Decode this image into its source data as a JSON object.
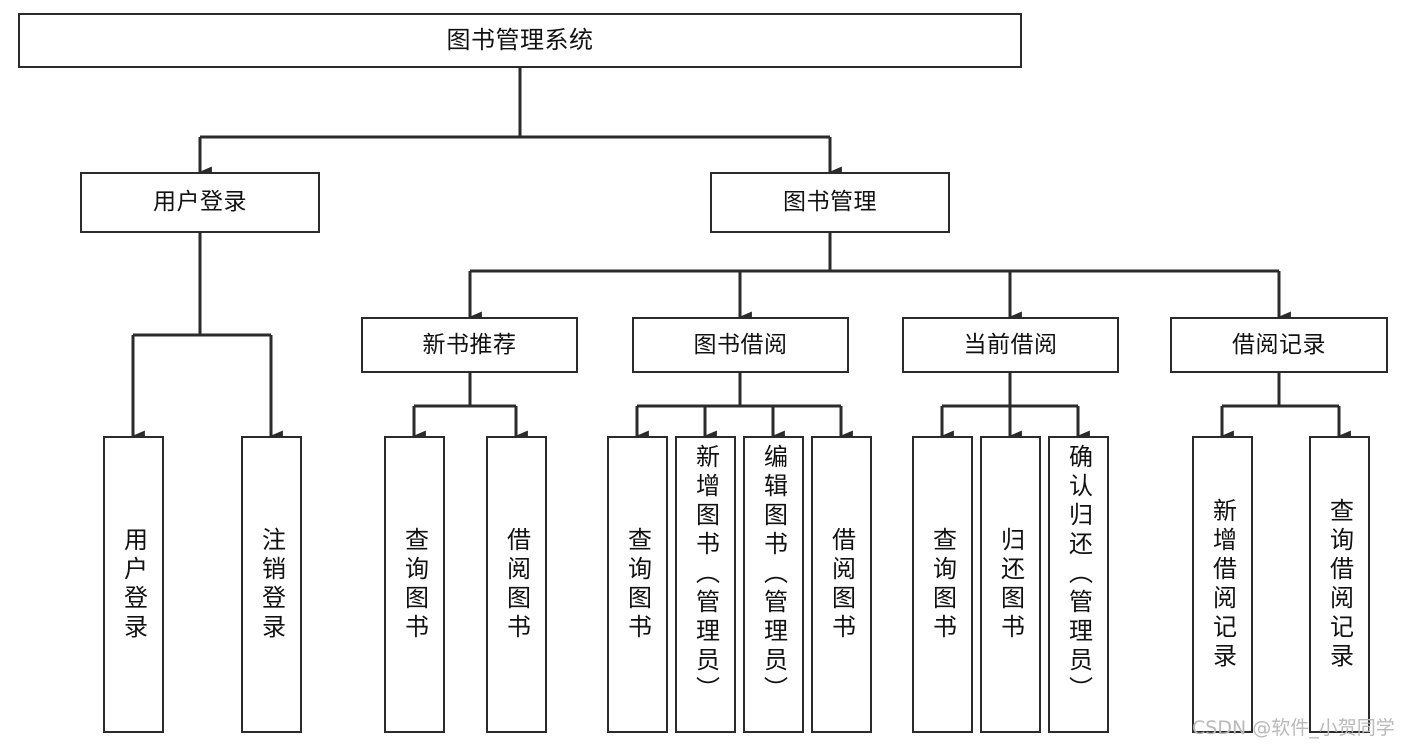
{
  "diagram": {
    "type": "tree",
    "title": "图书管理系统",
    "root": {
      "id": "root",
      "label": "图书管理系统"
    },
    "level2": [
      {
        "id": "user-login",
        "label": "用户登录"
      },
      {
        "id": "book-manage",
        "label": "图书管理"
      }
    ],
    "level3": [
      {
        "id": "new-book-rec",
        "label": "新书推荐"
      },
      {
        "id": "book-borrow",
        "label": "图书借阅"
      },
      {
        "id": "current-borrow",
        "label": "当前借阅"
      },
      {
        "id": "borrow-record",
        "label": "借阅记录"
      }
    ],
    "leaves": {
      "user_login": [
        {
          "id": "leaf-user-login",
          "label": "用户登录"
        },
        {
          "id": "leaf-logout",
          "label": "注销登录"
        }
      ],
      "new_book_rec": [
        {
          "id": "leaf-query-book-1",
          "label": "查询图书"
        },
        {
          "id": "leaf-borrow-book-1",
          "label": "借阅图书"
        }
      ],
      "book_borrow": [
        {
          "id": "leaf-query-book-2",
          "label": "查询图书"
        },
        {
          "id": "leaf-add-book",
          "label": "新增图书（管理员）"
        },
        {
          "id": "leaf-edit-book",
          "label": "编辑图书（管理员）"
        },
        {
          "id": "leaf-borrow-book-2",
          "label": "借阅图书"
        }
      ],
      "current_borrow": [
        {
          "id": "leaf-query-book-3",
          "label": "查询图书"
        },
        {
          "id": "leaf-return-book",
          "label": "归还图书"
        },
        {
          "id": "leaf-confirm-return",
          "label": "确认归还（管理员）"
        }
      ],
      "borrow_record": [
        {
          "id": "leaf-add-record",
          "label": "新增借阅记录"
        },
        {
          "id": "leaf-query-record",
          "label": "查询借阅记录"
        }
      ]
    }
  },
  "watermark": {
    "text": "CSDN @软件_小贺同学"
  },
  "colors": {
    "stroke": "#2b2b2b",
    "background": "#ffffff",
    "text": "#111111",
    "watermark": "#b9b9b9"
  }
}
